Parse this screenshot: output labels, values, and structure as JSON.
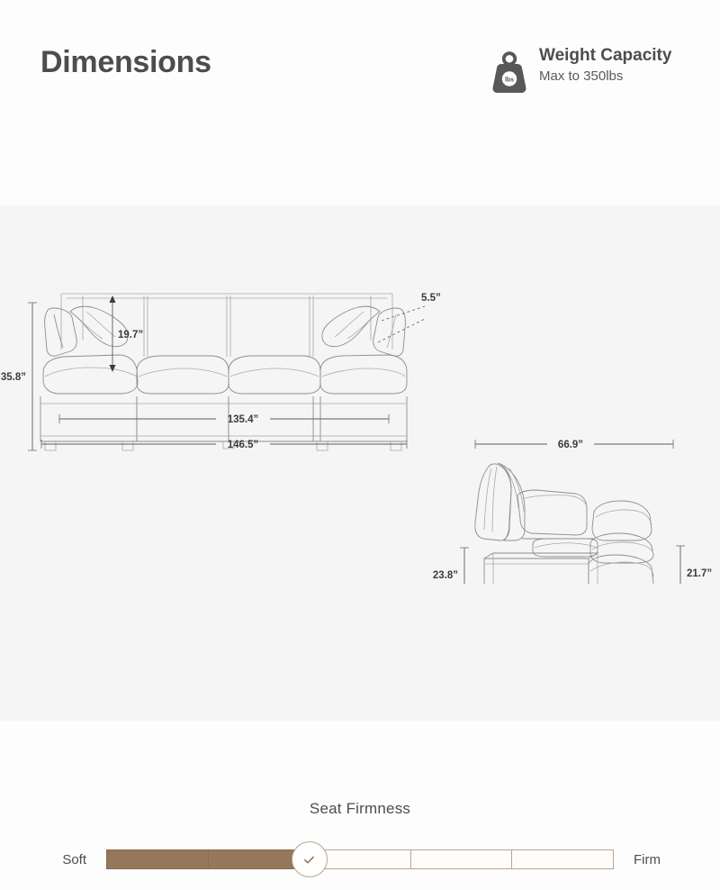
{
  "header": {
    "title": "Dimensions",
    "weight": {
      "icon": "weight-icon",
      "icon_label": "lbs",
      "title": "Weight Capacity",
      "subtitle": "Max to 350lbs"
    }
  },
  "diagrams": {
    "front_view": {
      "name": "front-view-sofa",
      "measurements": {
        "overall_height": "35.8”",
        "backrest_height": "19.7”",
        "armrest_width": "5.5”",
        "inner_width": "135.4”",
        "overall_width": "146.5”"
      }
    },
    "side_view": {
      "name": "side-view-sofa",
      "measurements": {
        "seat_back_height": "23.8”",
        "chaise_height": "21.7”",
        "overall_depth": "66.9”"
      }
    }
  },
  "firmness": {
    "title": "Seat Firmness",
    "soft_label": "Soft",
    "firm_label": "Firm",
    "segments": 5,
    "filled_segments": 2,
    "knob_position_percent": 40,
    "knob_icon": "check-icon",
    "fill_color": "#96775a",
    "track_border_color": "#b8a68f"
  },
  "colors": {
    "page_background": "#fdfdfd",
    "band_background": "#f5f5f5",
    "text_dark": "#4d4d4d",
    "line": "#8d8d92"
  }
}
